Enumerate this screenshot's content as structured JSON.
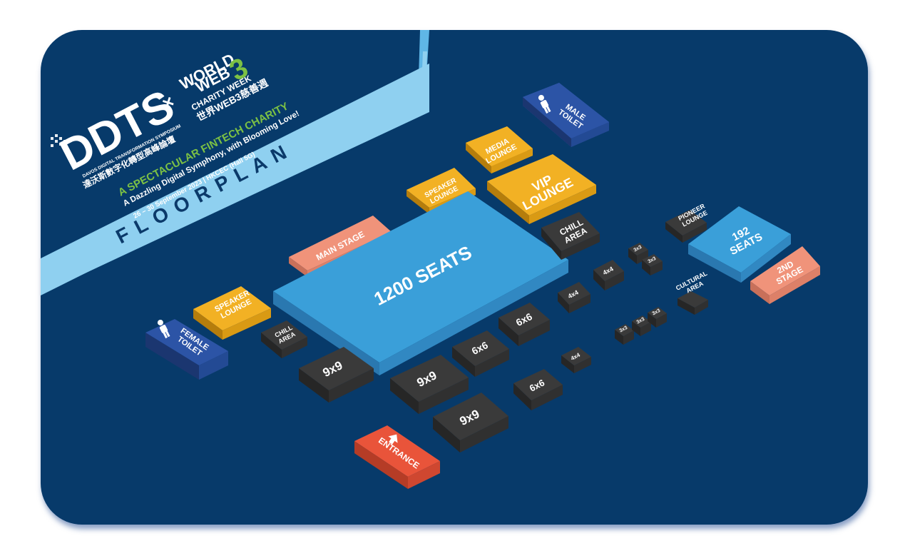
{
  "header": {
    "brand": "DDTS",
    "brand_full_en": "DAVOS DIGITAL TRANSFORMATION SYMPOSIUM",
    "brand_full_zh": "達沃斯數字化轉型高峰論壇",
    "times_sign": "×",
    "partner_line1": "WORLD",
    "partner_line2": "WEB",
    "partner_digit": "3",
    "partner_line3": "CHARITY WEEK",
    "partner_zh": "世界WEB3慈善週",
    "tagline": "A SPECTACULAR FINTECH CHARITY",
    "subtitle": "A Dazzling Digital Symphony, with Blooming Love!",
    "date_venue": "26 – 30 September 2023 | HKCEC (Hall 5G)",
    "plan_title": "F L O O R    P L A N"
  },
  "areas": {
    "main_hall": "1200 SEATS",
    "main_stage": "MAIN STAGE",
    "speaker_lounge_top": [
      "SPEAKER",
      "LOUNGE"
    ],
    "media_lounge": [
      "MEDIA",
      "LOUNGE"
    ],
    "vip_lounge": [
      "VIP",
      "LOUNGE"
    ],
    "male_toilet": [
      "MALE",
      "TOILET"
    ],
    "chill_area_right": [
      "CHILL",
      "AREA"
    ],
    "pioneer_lounge": [
      "PIONEER",
      "LOUNGE"
    ],
    "seats_192": [
      "192",
      "SEATS"
    ],
    "second_stage": [
      "2ND",
      "STAGE"
    ],
    "speaker_lounge_left": [
      "SPEAKER",
      "LOUNGE"
    ],
    "female_toilet": [
      "FEMALE",
      "TOILET"
    ],
    "chill_area_left": [
      "CHILL",
      "AREA"
    ],
    "cultural_area": [
      "CULTURAL",
      "AREA"
    ],
    "entrance": "ENTRANCE"
  },
  "booths": {
    "b9x9_a": "9x9",
    "b9x9_b": "9x9",
    "b9x9_c": "9x9",
    "b6x6_a": "6x6",
    "b6x6_b": "6x6",
    "b6x6_c": "6x6",
    "b4x4_a": "4x4",
    "b4x4_b": "4x4",
    "b4x4_c": "4x4",
    "b3x3_a": "3x3",
    "b3x3_b": "3x3",
    "b3x3_c": "3x3",
    "b3x3_d": "3x3",
    "b3x3_e": "3x3"
  },
  "colors": {
    "background": "#073a6a",
    "banner": "#8fd0f0",
    "hall_blue": "#3a9fd9",
    "salmon": "#f0937a",
    "gold": "#f2b124",
    "toilet_blue": "#2c54a6",
    "booth_dark": "#3a3a3a",
    "entrance_red": "#e9543a",
    "accent_green": "#7cc144"
  }
}
